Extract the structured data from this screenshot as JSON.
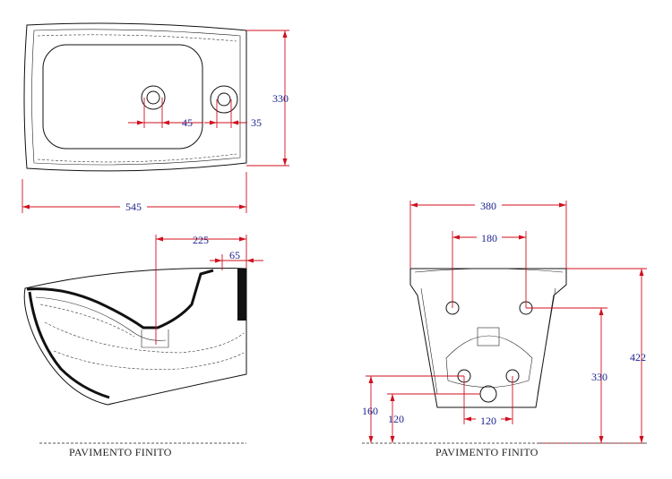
{
  "top_view": {
    "dim_width": "545",
    "dim_depth": "330",
    "dim_hole_left": "45",
    "dim_hole_right": "35"
  },
  "side_view": {
    "dim_drain": "225",
    "dim_wall": "65",
    "floor_label": "PAVIMENTO FINITO"
  },
  "back_view": {
    "dim_width": "380",
    "dim_bolts_top": "180",
    "dim_bolts_bottom": "120",
    "dim_height_total": "422",
    "dim_height_bolts": "330",
    "dim_height_drain": "160",
    "dim_height_lower": "120",
    "floor_label": "PAVIMENTO FINITO"
  }
}
